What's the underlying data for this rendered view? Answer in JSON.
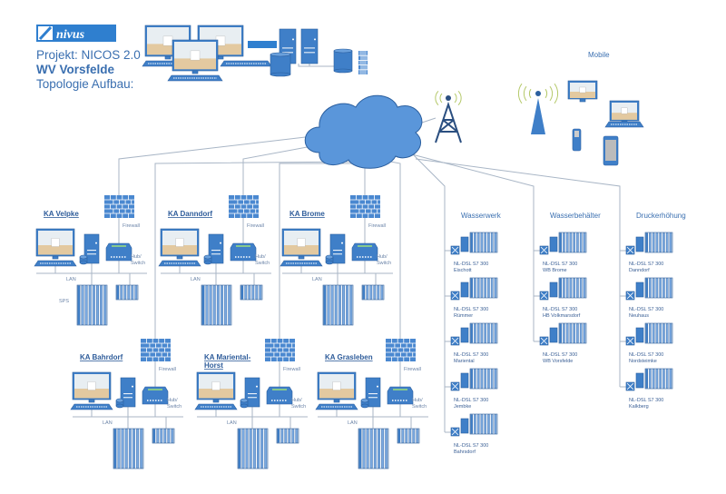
{
  "header": {
    "logo_text": "nivus",
    "project": "Projekt: NICOS 2.0",
    "site": "WV Vorsfelde",
    "subtitle": "Topologie Aufbau:"
  },
  "mobile": {
    "label": "Mobile"
  },
  "labels": {
    "firewall": "Firewall",
    "hub": "Hub/",
    "switch": "Switch",
    "lan": "LAN",
    "sps": "SPS",
    "plc": "NL-DSL S7 300"
  },
  "sites": [
    {
      "name": "KA Velpke",
      "row": 0
    },
    {
      "name": "KA Danndorf",
      "row": 0
    },
    {
      "name": "KA Brome",
      "row": 0
    },
    {
      "name": "KA Bahrdorf",
      "row": 1
    },
    {
      "name": "KA Mariental-",
      "name2": "Horst",
      "row": 1
    },
    {
      "name": "KA Grasleben",
      "row": 1
    }
  ],
  "columns": [
    {
      "title": "Wasserwerk",
      "items": [
        "Eischott",
        "Rümmer",
        "Mariental",
        "Jembke",
        "Bahrsdorf"
      ]
    },
    {
      "title": "Wasserbehälter",
      "items": [
        "WB Brome",
        "HB Volkmarsdorf",
        "WB Vorsfelde"
      ]
    },
    {
      "title": "Druckerhöhung",
      "items": [
        "Danndorf",
        "Neuhaus",
        "Nordsteimke",
        "Kalkberg"
      ]
    }
  ],
  "colors": {
    "accent": "#3f7fc8",
    "title": "#3a6fb0",
    "lines": "#a9b6c6",
    "cloud": "#5a96da"
  }
}
